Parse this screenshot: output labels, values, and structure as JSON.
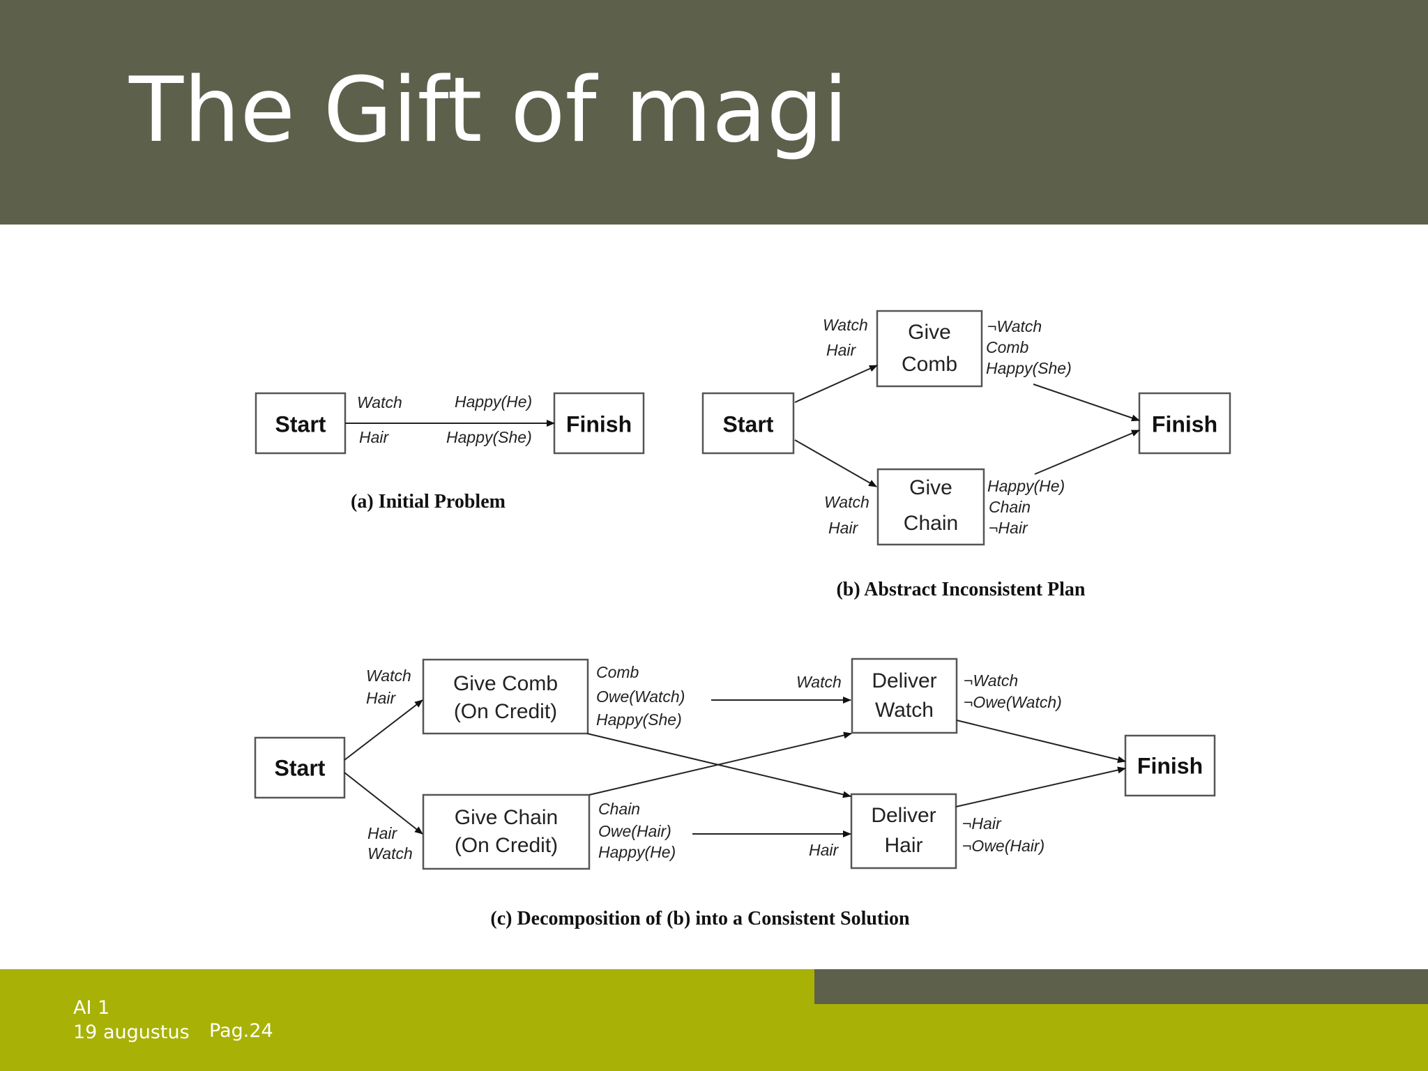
{
  "slide": {
    "title": "The Gift of magi",
    "footer": {
      "course": "AI 1",
      "date": "19 augustus",
      "page": "Pag.24"
    },
    "colors": {
      "header": "#5d614c",
      "footer": "#a8b106",
      "footer_bar": "#5d614c"
    }
  },
  "diagram_a": {
    "start": "Start",
    "finish": "Finish",
    "pre": [
      "Watch",
      "Hair"
    ],
    "goals": [
      "Happy(He)",
      "Happy(She)"
    ],
    "caption": "(a) Initial Problem"
  },
  "diagram_b": {
    "start": "Start",
    "finish": "Finish",
    "give_comb": {
      "line1": "Give",
      "line2": "Comb",
      "pre": [
        "Watch",
        "Hair"
      ],
      "post": [
        "¬Watch",
        "Comb",
        "Happy(She)"
      ]
    },
    "give_chain": {
      "line1": "Give",
      "line2": "Chain",
      "pre": [
        "Watch",
        "Hair"
      ],
      "post": [
        "Happy(He)",
        "Chain",
        "¬Hair"
      ]
    },
    "caption": "(b) Abstract Inconsistent Plan"
  },
  "diagram_c": {
    "start": "Start",
    "finish": "Finish",
    "give_comb": {
      "line1": "Give Comb",
      "line2": "(On Credit)",
      "pre": [
        "Watch",
        "Hair"
      ],
      "post": [
        "Comb",
        "Owe(Watch)",
        "Happy(She)"
      ]
    },
    "give_chain": {
      "line1": "Give Chain",
      "line2": "(On Credit)",
      "pre": [
        "Hair",
        "Watch"
      ],
      "post": [
        "Chain",
        "Owe(Hair)",
        "Happy(He)"
      ]
    },
    "deliver_watch": {
      "line1": "Deliver",
      "line2": "Watch",
      "pre": "Watch",
      "post": [
        "¬Watch",
        "¬Owe(Watch)"
      ]
    },
    "deliver_hair": {
      "line1": "Deliver",
      "line2": "Hair",
      "pre": "Hair",
      "post": [
        "¬Hair",
        "¬Owe(Hair)"
      ]
    },
    "caption": "(c) Decomposition of (b) into a Consistent Solution"
  }
}
